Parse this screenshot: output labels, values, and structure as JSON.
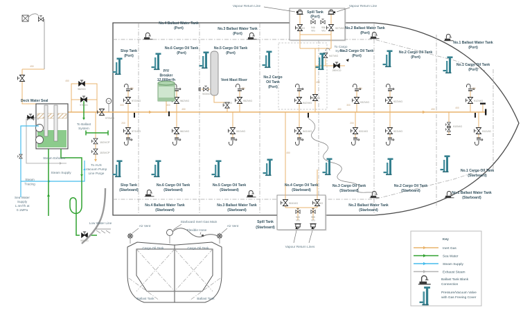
{
  "colors": {
    "inert_gas": "#E9B36C",
    "sea_water": "#2FA12F",
    "steam_supply": "#45BCEC",
    "exhaust_steam": "#B3B3B3",
    "pv_valve_teal": "#35808F"
  },
  "tanks": [
    {
      "name": "No.4 Ballast Water Tank",
      "side": "(Port)"
    },
    {
      "name": "No.3 Ballast Water Tank",
      "side": "(Port)"
    },
    {
      "name": "No.2 Ballast Water Tank",
      "side": "(Port)"
    },
    {
      "name": "No.1 Ballast Water Tank",
      "side": "(Port)"
    },
    {
      "name": "Slop Tank",
      "side": "(Port)"
    },
    {
      "name": "No.6 Cargo Oil Tank",
      "side": "(Port)"
    },
    {
      "name": "No.5 Cargo Oil Tank",
      "side": "(Port)"
    },
    {
      "name": "No.2 Cargo",
      "name2": "Oil Tank",
      "side": "(Port)"
    },
    {
      "name": "No.3 Cargo Oil Tank",
      "side": "(Port)"
    },
    {
      "name": "No.2 Cargo Oil Tank",
      "side": "(Port)"
    },
    {
      "name": "No.1 Cargo Oil Tank",
      "side": "(Port)"
    },
    {
      "name": "Slop Tank",
      "side": "(Starboard)"
    },
    {
      "name": "No.6 Cargo Oil Tank",
      "side": "(Starboard)"
    },
    {
      "name": "No.5 Cargo Oil Tank",
      "side": "(Starboard)"
    },
    {
      "name": "No.4 Cargo Oil Tank",
      "side": "(Starboard)"
    },
    {
      "name": "No.3 Cargo Oil Tank",
      "side": "(Starboard)"
    },
    {
      "name": "No.2 Cargo Oil Tank",
      "side": "(Starboard)"
    },
    {
      "name": "No.1 Cargo Oil Tank",
      "side": "(Starboard)"
    },
    {
      "name": "No.4 Ballast Water Tank",
      "side": "(Starboard)"
    },
    {
      "name": "No.3 Ballast Water Tank",
      "side": "(Starboard)"
    },
    {
      "name": "No.2 Ballast Water Tank",
      "side": "(Starboard)"
    },
    {
      "name": "No.1 Ballast Water Tank",
      "side": "(Starboard)"
    }
  ],
  "spill_tanks": {
    "port": {
      "name": "Spill Tank",
      "side": "(Port)"
    },
    "starboard": {
      "name": "Spill Tank",
      "side": "(Starboard)"
    }
  },
  "valves": {
    "v972": "972VIG",
    "v962": "962VIG",
    "v952": "952VIG",
    "v942": "942VIG",
    "v932": "932VIG",
    "v922": "922VIG",
    "v912": "912VIG",
    "v971": "971VIG",
    "v961": "961VIG",
    "v951": "951VIG",
    "v941": "941VIG",
    "v931": "931VIG",
    "v921": "921VIG",
    "v911": "911VIG",
    "v915": "915VIG",
    "v909": "909VIG",
    "v903": "903VIG",
    "v908": "908VIG",
    "v906": "906VIG",
    "v907": "907VIG",
    "v904": "904VIG",
    "v905": "905VIG",
    "v947": "947VIG",
    "v982": "982VIG",
    "v976": "976VIG",
    "v975": "975VIG",
    "v990": "990VIG",
    "v250": "250VCD",
    "v152": "152VCP",
    "v153": "153VCP",
    "v946": {
      "no": "946",
      "unit": "VIG"
    },
    "v956": {
      "no": "956",
      "unit": "VIG"
    },
    "v945": {
      "no": "945",
      "unit": "VIG"
    },
    "v955": {
      "no": "955",
      "unit": "VIG"
    }
  },
  "equipment": {
    "pv_breaker": {
      "l1": "P/V",
      "l2": "Breaker",
      "l3": "12,000m³/h"
    },
    "deck_water_seal": "Deck Water Seal",
    "vent_mast_riser": "Vent Mast Riser",
    "gauge": "PI"
  },
  "annotations": {
    "vapour_return_line": "Vapour Return Line",
    "vapour_return_lines": "Vapour Return Lines",
    "to_cargo_l1": "To Cargo",
    "to_cargo_l2": "System",
    "to_ballast_l1": "To Ballast",
    "to_ballast_l2": "System",
    "to_aus_l1": "To AUS",
    "to_aus_l2": "Vacuum Pump",
    "to_aus_l3": "Line Purge",
    "steam_exhaust": "Steam Exhaust",
    "steam_supply": "Steam Supply",
    "steam_tracing_l1": "Steam",
    "steam_tracing_l2": "Tracing",
    "sea_water_l1": "Sea Water",
    "sea_water_l2": "Supply",
    "sea_water_l3": "1.4m³/h at",
    "sea_water_l4": "0.1MPa",
    "low_water_line": "Low Water Line",
    "air_vent": "Air Vent",
    "stbd_ig_main": "Starboard Inert Gas Main",
    "flexible_hose": "Flexible Hose",
    "cargo_oil_tank": "Cargo Oil Tank",
    "ballast_tank": "Ballast Tank"
  },
  "pipe_sizes": {
    "s450": "450",
    "s400": "400",
    "s300": "300",
    "s200": "200"
  },
  "key": {
    "title": "Key",
    "items": [
      "Inert Gas",
      "Sea Water",
      "Steam Supply",
      "Exhaust Steam"
    ],
    "blank_l1": "Ballast Tank Blank",
    "blank_l2": "Connection",
    "pv_l1": "Pressure/Vacuum Valve",
    "pv_l2": "with Gas Freeing Cover"
  }
}
